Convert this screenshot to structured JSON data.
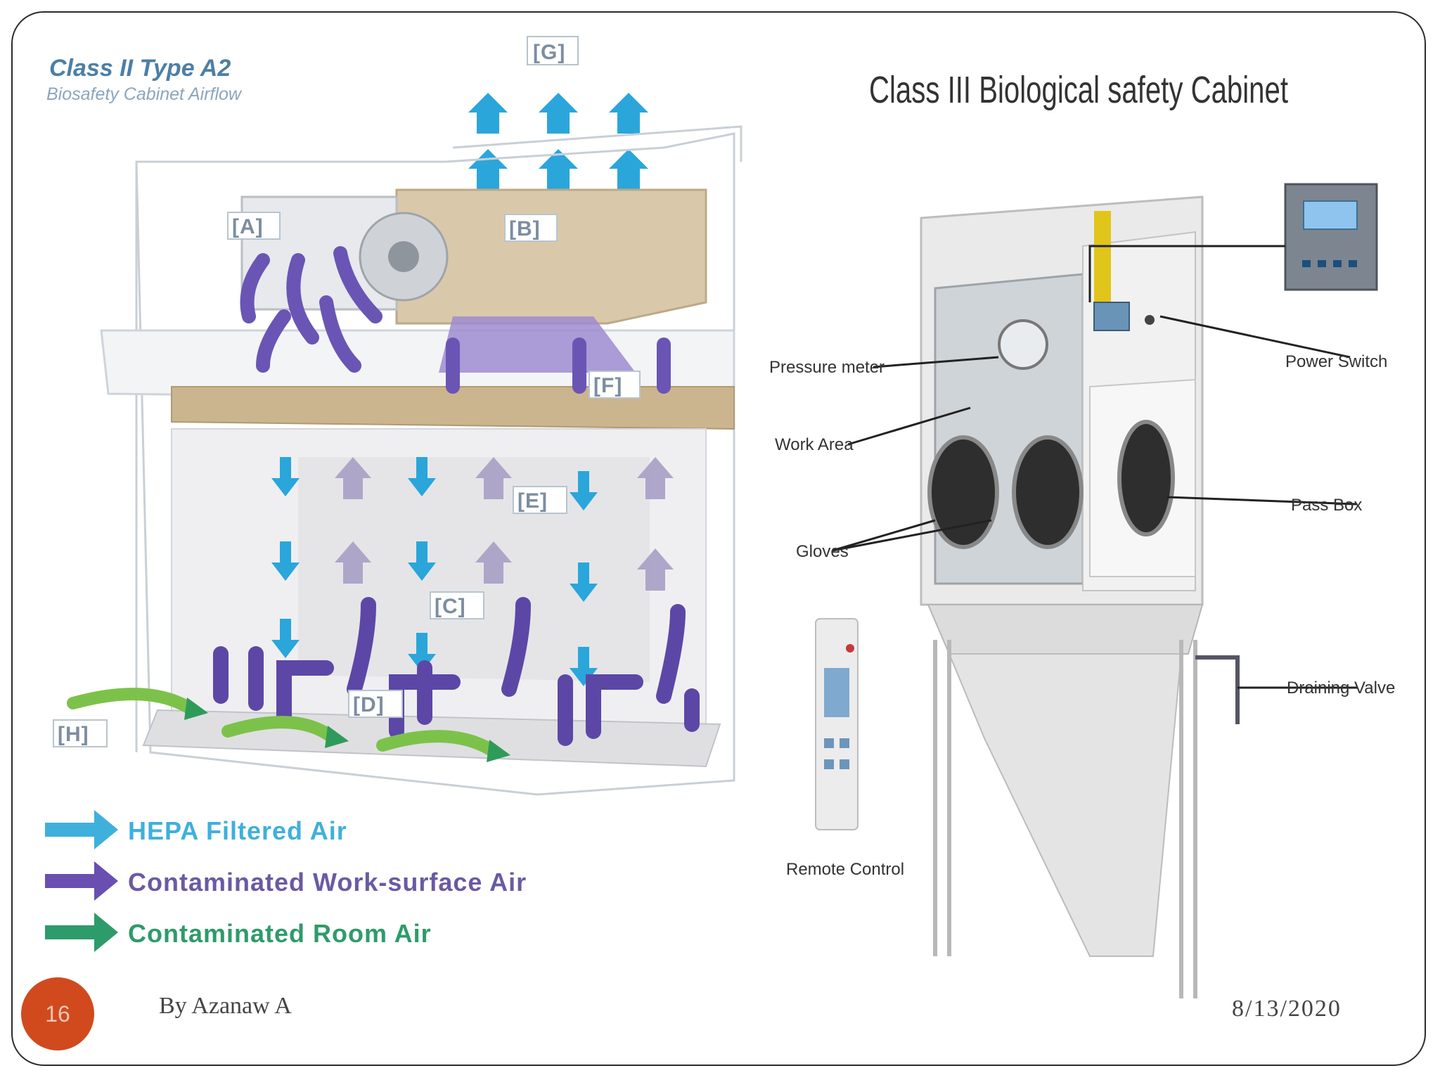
{
  "left_diagram": {
    "title": "Class II Type A2",
    "subtitle": "Biosafety Cabinet Airflow",
    "labels": {
      "a": "[A]",
      "b": "[B]",
      "c": "[C]",
      "d": "[D]",
      "e": "[E]",
      "f": "[F]",
      "g": "[G]",
      "h": "[H]"
    },
    "legend": [
      {
        "label": "HEPA Filtered Air",
        "color": "#3fb0dc"
      },
      {
        "label": "Contaminated Work-surface Air",
        "color": "#6a5aa3"
      },
      {
        "label": "Contaminated Room Air",
        "color": "#2e9b6a"
      }
    ]
  },
  "right_diagram": {
    "title": "Class III Biological safety Cabinet",
    "callouts": {
      "pressure_meter": "Pressure meter",
      "work_area": "Work Area",
      "gloves": "Gloves",
      "power_switch": "Power Switch",
      "pass_box": "Pass Box",
      "draining_valve": "Draining Valve",
      "remote_control": "Remote Control"
    }
  },
  "footer": {
    "slide_number": "16",
    "author": "By Azanaw A",
    "date": "8/13/2020"
  },
  "colors": {
    "hepa": "#3fb0dc",
    "work_surface": "#6a5aa3",
    "room_air": "#2e9b6a",
    "badge": "#d04a1e"
  }
}
